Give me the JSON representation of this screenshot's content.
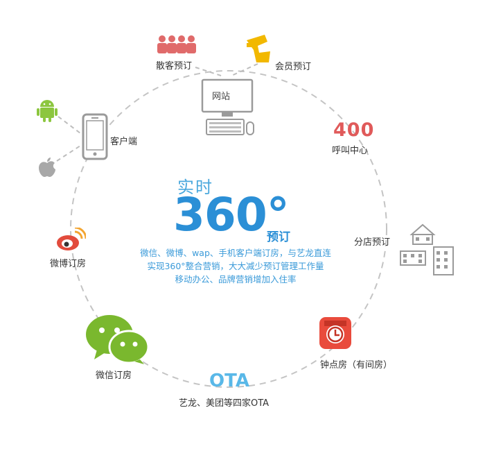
{
  "center": {
    "realtime": "实时",
    "degrees": "360°",
    "booking": "预订",
    "desc_lines": [
      "微信、微博、wap、手机客户端订房，与艺龙直连",
      "实现360°整合营销，大大减少预订管理工作量",
      "移动办公、品牌营销增加入住率"
    ]
  },
  "nodes": {
    "walkin": "散客预订",
    "member": "会员预订",
    "website": "网站",
    "callcenter_num": "400",
    "callcenter": "呼叫中心",
    "branch": "分店预订",
    "hourly": "钟点房（有间房）",
    "ota_logo": "OTA",
    "ota": "艺龙、美团等四家OTA",
    "wechat": "微信订房",
    "weibo": "微博订房",
    "client": "客户端"
  },
  "colors": {
    "accent_blue": "#2b8fd6",
    "text_blue": "#3a9ad9",
    "red": "#e05a5a",
    "wechat_green": "#7ab82e",
    "android_green": "#8cc63f",
    "gold": "#f0b800",
    "gray": "#9a9a9a"
  },
  "icons": [
    "people-icon",
    "vip-icon",
    "computer-icon",
    "phone-icon",
    "android-icon",
    "apple-icon",
    "weibo-icon",
    "wechat-icon",
    "clock-app-icon",
    "building-icon"
  ]
}
